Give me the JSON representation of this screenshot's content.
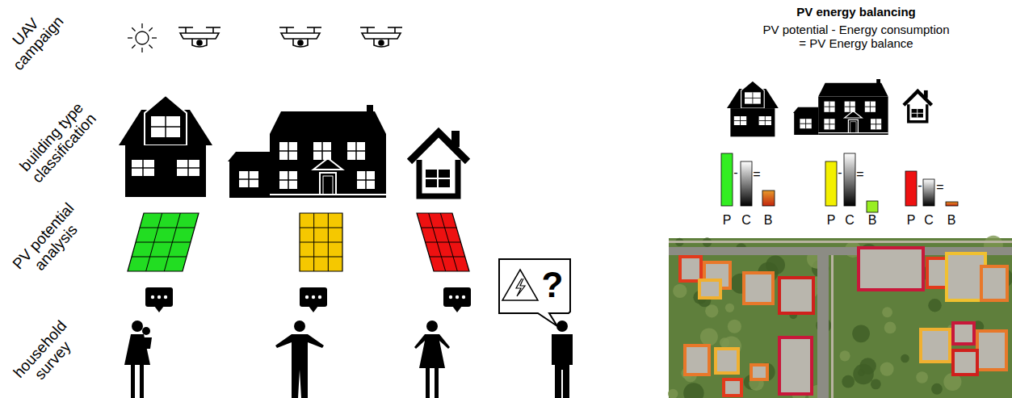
{
  "diagram": {
    "title": "PV energy balancing",
    "labels": [
      "UAV campaign",
      "building type classification",
      "PV potential analysis",
      "household survey",
      "PV potential - Energy consumption = PV Energy balance",
      "P",
      "-",
      "C",
      "=",
      "B",
      "P",
      "-",
      "C",
      "=",
      "B",
      "P",
      "-",
      "C",
      "=",
      "B",
      "?"
    ]
  }
}
